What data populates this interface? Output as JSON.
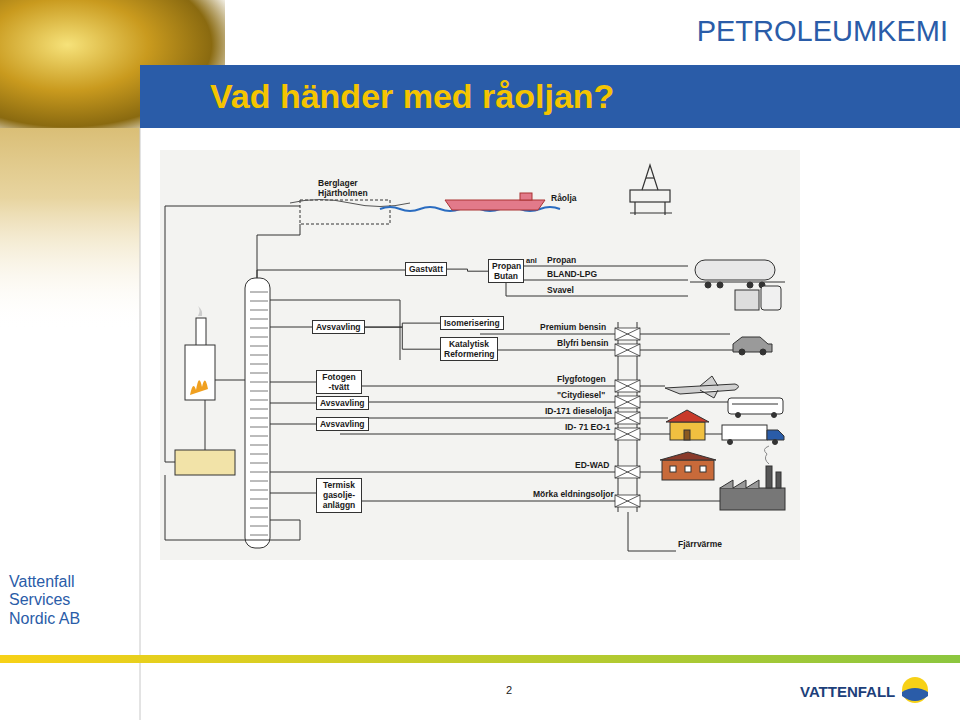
{
  "diagram": {
    "title": "Vad händer med råoljan?",
    "nodes": [
      {
        "text": [
          "Gastvätt"
        ]
      },
      {
        "text": [
          "Propan Butan"
        ]
      },
      {
        "text": [
          "Avsvavling"
        ]
      },
      {
        "text": [
          "Isomerisering"
        ]
      },
      {
        "text": [
          "Katalytisk Reformering"
        ]
      },
      {
        "text": [
          "Fotogen -tvätt"
        ]
      },
      {
        "text": [
          "Avsvavling"
        ]
      },
      {
        "text": [
          "Avsvavling"
        ]
      },
      {
        "text": [
          "Termisk gasolje- anläggn"
        ]
      }
    ],
    "edges": [
      {
        "from": 0,
        "to": 1,
        "arrow": "none"
      },
      {
        "from": 2,
        "to": 3,
        "arrow": "none"
      },
      {
        "from": 2,
        "to": 4,
        "arrow": "none"
      }
    ],
    "labels": [
      "PETROLEUMKEMI",
      "Berglager Hjärtholmen",
      "Råolja",
      "anl",
      "Propan",
      "BLAND-LPG",
      "Svavel",
      "Premium bensin",
      "Blyfri bensin",
      "Flygfotogen",
      "\"Citydiesel\"",
      "ID-171 dieselolja",
      "ID- 71 EO-1",
      "ED-WAD",
      "Mörka eldningsoljor",
      "Fjärrvärme",
      "Vattenfall Services Nordic AB",
      "2",
      "VATTENFALL"
    ]
  }
}
